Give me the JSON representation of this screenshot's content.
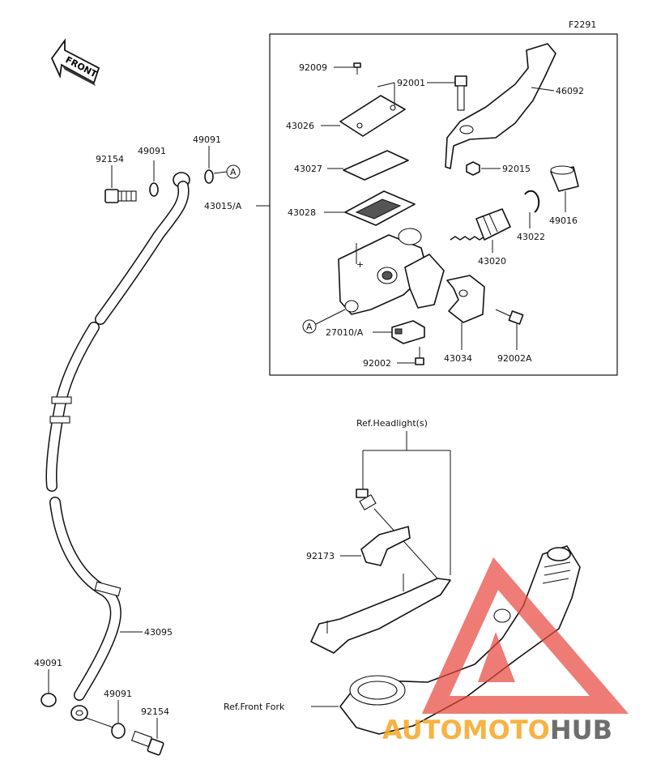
{
  "diagram_code": "F2291",
  "front_arrow": "FRONT",
  "ref_marker": "A",
  "labels": {
    "p92009": "92009",
    "p92001": "92001",
    "p46092": "46092",
    "p43026": "43026",
    "p43027": "43027",
    "p92015": "92015",
    "p43028": "43028",
    "p49016": "49016",
    "p43022": "43022",
    "p43020": "43020",
    "p27010A": "27010/A",
    "p43034": "43034",
    "p92002A": "92002A",
    "p92002": "92002",
    "p43015A": "43015/A",
    "p92154a": "92154",
    "p49091a": "49091",
    "p49091b": "49091",
    "p43095": "43095",
    "p49091c": "49091",
    "p49091d": "49091",
    "p92154b": "92154",
    "p92173": "92173",
    "ref_headlight": "Ref.Headlight(s)",
    "ref_front_fork": "Ref.Front Fork"
  },
  "watermark": {
    "part1": "AUTOMOTO",
    "part2": "HUB",
    "color_orange": "#f6a623",
    "color_red": "#e8453c",
    "color_gray": "#555555"
  }
}
